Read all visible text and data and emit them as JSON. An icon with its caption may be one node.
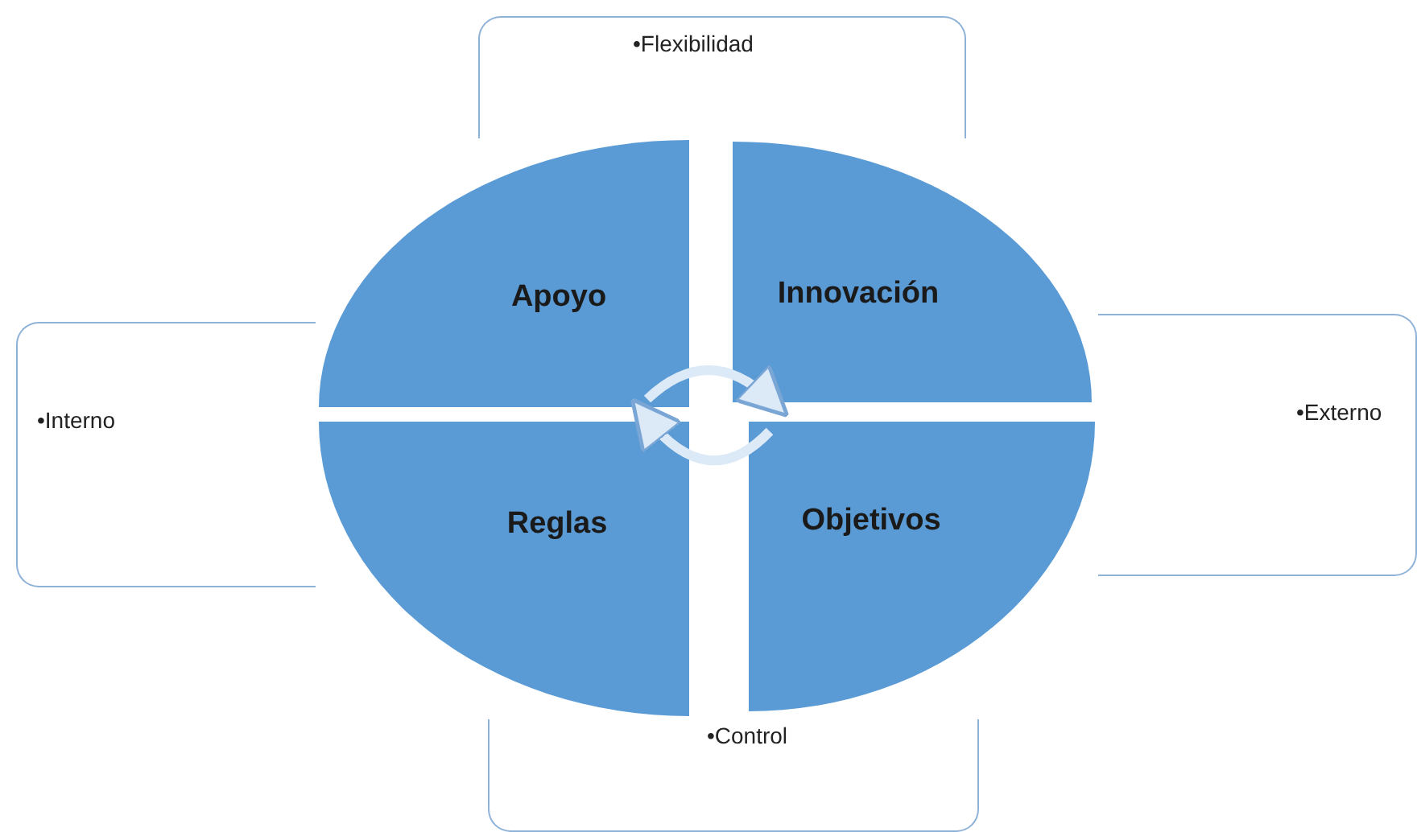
{
  "diagram": {
    "nodes": [
      {
        "text": [
          "•Flexibilidad"
        ]
      },
      {
        "text": [
          "•Interno"
        ]
      },
      {
        "text": [
          "•Externo"
        ]
      },
      {
        "text": [
          "•Control"
        ]
      },
      {
        "text": [
          "Apoyo"
        ]
      },
      {
        "text": [
          "Innovación"
        ]
      },
      {
        "text": [
          "Reglas"
        ]
      },
      {
        "text": [
          "Objetivos"
        ]
      }
    ],
    "edges": [
      {
        "from": 4,
        "to": 5,
        "arrow": "to"
      },
      {
        "from": 7,
        "to": 6,
        "arrow": "to"
      }
    ]
  }
}
